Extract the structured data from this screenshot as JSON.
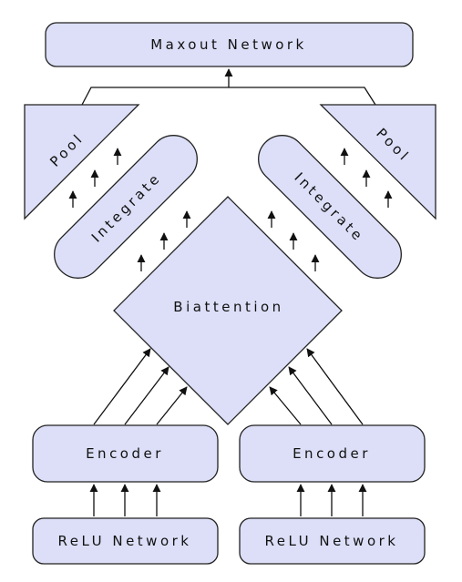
{
  "diagram": {
    "top": "Maxout Network",
    "pool_left": "Pool",
    "pool_right": "Pool",
    "integrate_left": "Integrate",
    "integrate_right": "Integrate",
    "center": "Biattention",
    "encoder_left": "Encoder",
    "encoder_right": "Encoder",
    "relu_left": "ReLU Network",
    "relu_right": "ReLU Network"
  }
}
